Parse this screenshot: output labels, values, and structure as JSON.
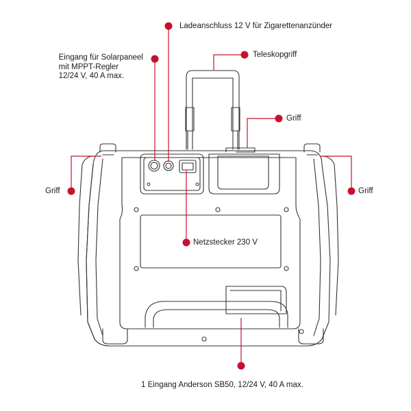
{
  "accent_color": "#c8102e",
  "line_color": "#333333",
  "callouts": {
    "ladeanschluss": "Ladeanschluss 12 V für Zigarettenanzünder",
    "solar": [
      "Eingang für Solarpaneel",
      "mit MPPT-Regler",
      "12/24 V, 40 A max."
    ],
    "teleskopgriff": "Teleskopgriff",
    "griff_top": "Griff",
    "griff_left": "Griff",
    "griff_right": "Griff",
    "netzstecker": "Netzstecker 230 V",
    "anderson": "1 Eingang Anderson SB50, 12/24 V, 40 A max."
  }
}
